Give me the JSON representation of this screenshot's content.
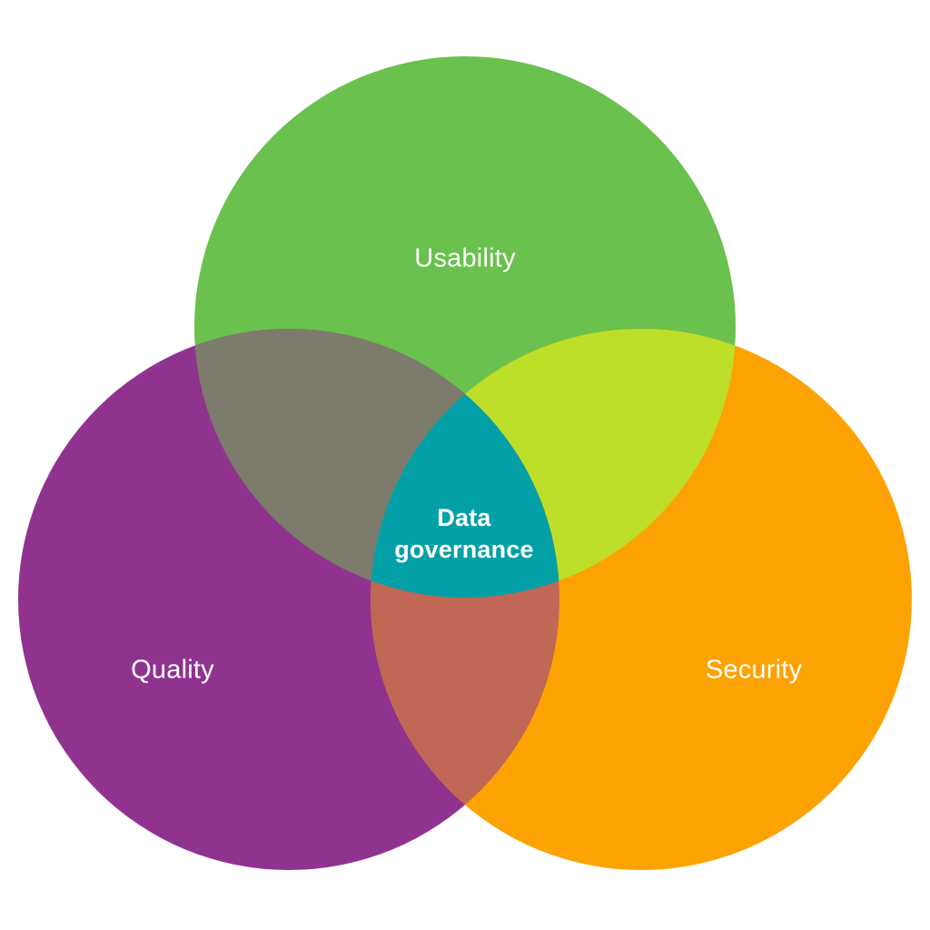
{
  "diagram": {
    "type": "venn-3-circle",
    "background_color": "#FFFFFF",
    "label_text_color": "#FFFFFF",
    "sets": [
      {
        "id": "usability",
        "label": "Usability",
        "color": "#6AC14D"
      },
      {
        "id": "quality",
        "label": "Quality",
        "color": "#90338F"
      },
      {
        "id": "security",
        "label": "Security",
        "color": "#FCA303"
      }
    ],
    "overlaps": [
      {
        "between": "usability-quality",
        "color": "#7D7B6B"
      },
      {
        "between": "usability-security",
        "color": "#BEDF29"
      },
      {
        "between": "quality-security",
        "color": "#C06755"
      }
    ],
    "center": {
      "label": "Data governance",
      "color": "#04A0A8"
    }
  }
}
